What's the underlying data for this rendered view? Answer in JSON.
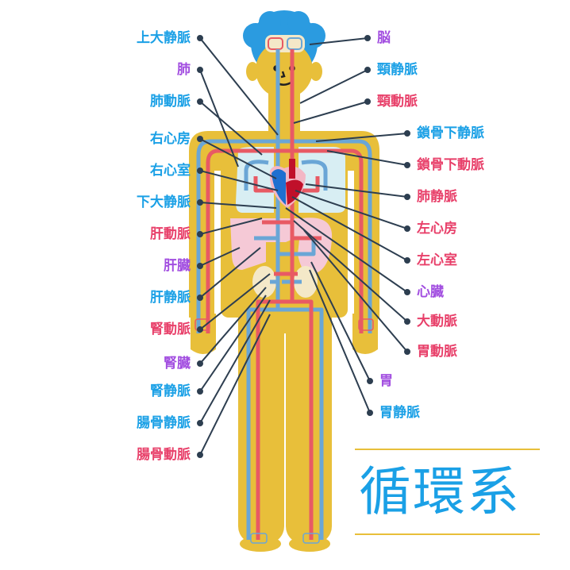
{
  "left_labels": [
    {
      "text": "上大静脈",
      "kind": "vein"
    },
    {
      "text": "肺",
      "kind": "organ"
    },
    {
      "text": "肺動脈",
      "kind": "vein"
    },
    {
      "text": "右心房",
      "kind": "vein"
    },
    {
      "text": "右心室",
      "kind": "vein"
    },
    {
      "text": "下大静脈",
      "kind": "vein"
    },
    {
      "text": "肝動脈",
      "kind": "artery"
    },
    {
      "text": "肝臓",
      "kind": "organ"
    },
    {
      "text": "肝静脈",
      "kind": "vein"
    },
    {
      "text": "腎動脈",
      "kind": "artery"
    },
    {
      "text": "腎臓",
      "kind": "organ"
    },
    {
      "text": "腎静脈",
      "kind": "vein"
    },
    {
      "text": "腸骨静脈",
      "kind": "vein"
    },
    {
      "text": "腸骨動脈",
      "kind": "artery"
    }
  ],
  "right_labels": [
    {
      "text": "脳",
      "kind": "organ"
    },
    {
      "text": "頸静脈",
      "kind": "vein"
    },
    {
      "text": "頸動脈",
      "kind": "artery"
    },
    {
      "text": "鎖骨下静脈",
      "kind": "vein"
    },
    {
      "text": "鎖骨下動脈",
      "kind": "artery"
    },
    {
      "text": "肺静脈",
      "kind": "artery"
    },
    {
      "text": "左心房",
      "kind": "artery"
    },
    {
      "text": "左心室",
      "kind": "artery"
    },
    {
      "text": "心臓",
      "kind": "organ"
    },
    {
      "text": "大動脈",
      "kind": "artery"
    },
    {
      "text": "胃動脈",
      "kind": "artery"
    },
    {
      "text": "胃",
      "kind": "organ"
    },
    {
      "text": "胃静脈",
      "kind": "vein"
    }
  ],
  "title": "循環系",
  "colors": {
    "vein": "#1aa0e6",
    "artery": "#e8406a",
    "organ": "#a24ee0",
    "body": "#e8bf3a",
    "hair": "#2b9be0"
  }
}
